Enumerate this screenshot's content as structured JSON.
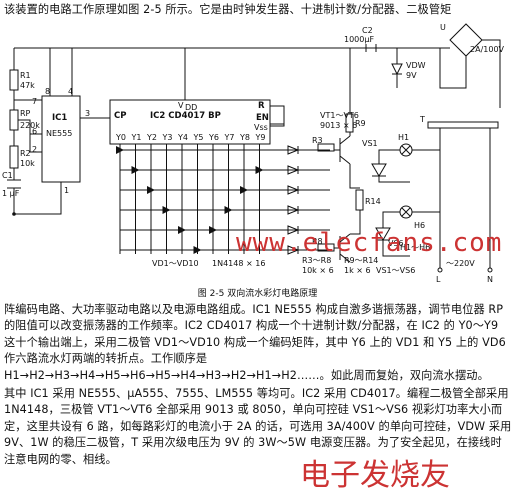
{
  "text": {
    "intro": "该装置的电路工作原理如图 2-5 所示。它是由时钟发生器、十进制计数/分配器、二极管矩",
    "caption": "图 2-5  双向流水彩灯电路原理",
    "paragraph1": "阵编码电路、大功率驱动电路以及电源电路组成。IC1 NE555 构成自激多谐振荡器，调节电位器 RP 的阻值可以改变振荡器的工作频率。IC2 CD4017 构成一个十进制计数/分配器，在 IC2 的 Y0～Y9 这十个输出端上，采用二极管 VD1～VD10 构成一个编码矩阵，其中 Y6 上的 VD1 和 Y5 上的 VD6 作六路流水灯两端的转折点。工作顺序是 H1→H2→H3→H4→H5→H6→H5→H4→H3→H2→H1→H2……。如此周而复始，双向流水摆动。",
    "paragraph2": "其中 IC1 采用 NE555、μA555、7555、LM555 等均可。IC2 采用 CD4017。编程二极管全部采用 1N4148，三极管 VT1～VT6 全部采用 9013 或 8050，单向可控硅 VS1～VS6 视彩灯功率大小而定，这里共设有 6 路，如每路彩灯的电流小于 2A 的话，可选用 3A/400V 的单向可控硅，VDW 采用 9V、1W 的稳压二极管，T 采用次级电压为 9V 的 3W～5W 电源变压器。为了安全起见，在接线时注意电网的零、相线。"
  },
  "schematic": {
    "R1": "R1",
    "R1_val": "47k",
    "RP": "RP",
    "RP_val": "220k",
    "R2": "R2",
    "R2_val": "10k",
    "C1": "C1",
    "C1_val": "1 μF",
    "IC1": "IC1",
    "IC1_type": "NE555",
    "IC2": "IC2  CD4017  BP",
    "VDD": "V",
    "VDD_sub": "DD",
    "CP": "CP",
    "R": "R",
    "EN": "EN",
    "Vss": "Vss",
    "Y": [
      "Y0",
      "Y1",
      "Y2",
      "Y3",
      "Y4",
      "Y5",
      "Y6",
      "Y7",
      "Y8",
      "Y9"
    ],
    "pin8": "8",
    "pin4": "4",
    "pin7": "7",
    "pin6": "6",
    "pin2": "2",
    "pin1": "1",
    "pin3": "3",
    "C2": "C2",
    "C2_val": "1000μF",
    "VDW": "VDW",
    "VDW_val": "9V",
    "U": "U",
    "bridge": "2A/100V",
    "T": "T",
    "VT": "VT1～VT6",
    "VT_type": "9013 × 6",
    "R3": "R3",
    "R8": "R8",
    "R3_R8": "R3～R8",
    "R3_R8_val": "10k × 6",
    "R9": "R9",
    "R14": "R14",
    "R9_R14": "R9～R14",
    "R9_R14_val": "1k × 6",
    "VS1": "VS1",
    "VS6": "VS6",
    "VS": "VS1～VS6",
    "H1": "H1",
    "H6": "H6",
    "H1_H6": "H1～H6",
    "VD": "VD1～VD10",
    "VD_type": "1N4148 × 16",
    "mains": "～220V",
    "L": "L",
    "N": "N"
  },
  "watermark": {
    "site": "www.elecfans.com",
    "brand": "电子发烧友"
  }
}
